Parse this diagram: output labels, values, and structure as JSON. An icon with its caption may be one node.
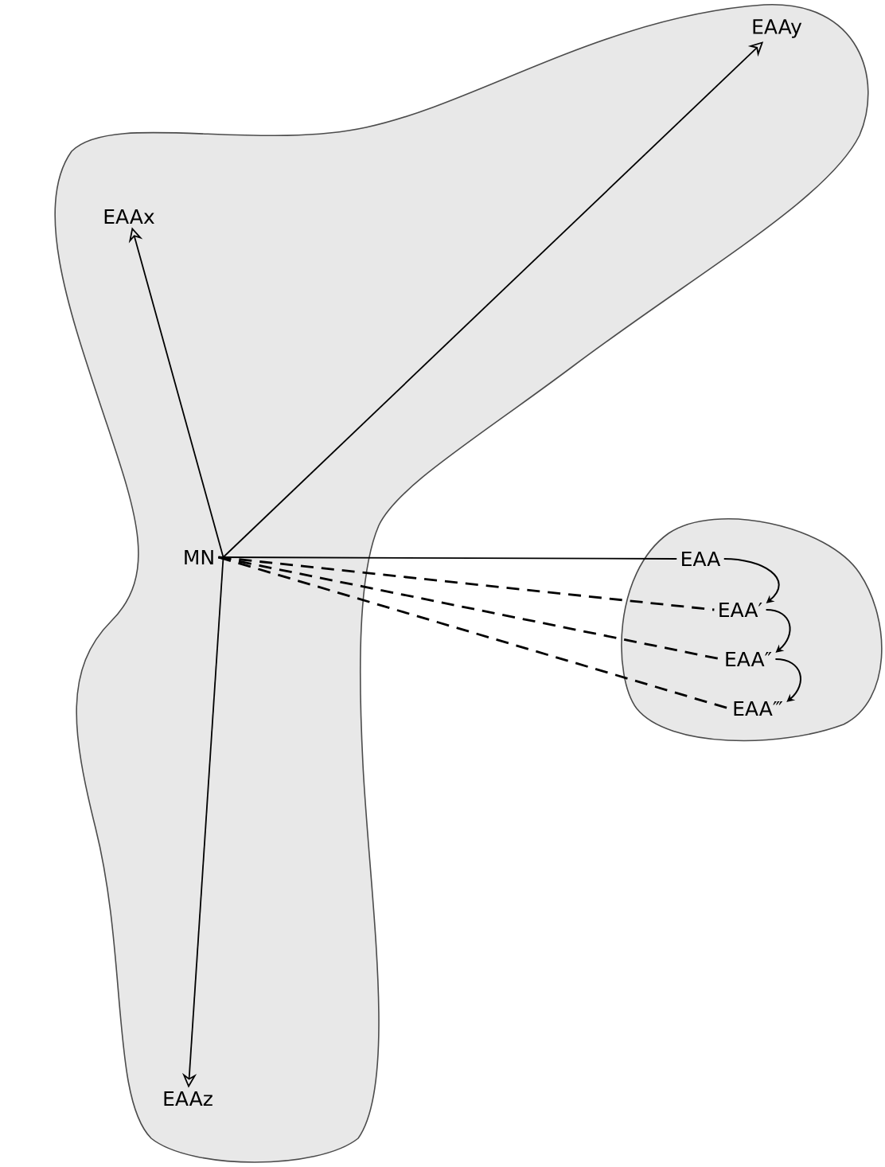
{
  "diagram": {
    "nodes": [
      {
        "text": [],
        "shape": "cloud"
      },
      {
        "text": [
          "MN"
        ],
        "in": 0
      },
      {
        "text": [
          "EAAx"
        ],
        "in": 0
      },
      {
        "text": [
          "EAAy"
        ],
        "in": 0
      },
      {
        "text": [
          "EAAz"
        ],
        "in": 0
      },
      {
        "text": [],
        "shape": "cloud"
      },
      {
        "text": [
          "EAA"
        ],
        "in": 5
      },
      {
        "text": [
          "EAA′"
        ],
        "in": 5
      },
      {
        "text": [
          "EAA″"
        ],
        "in": 5
      },
      {
        "text": [
          "EAA‴"
        ],
        "in": 5
      }
    ],
    "edges": [
      {
        "from": 1,
        "to": 2,
        "arrow": "to"
      },
      {
        "from": 1,
        "to": 3,
        "arrow": "to"
      },
      {
        "from": 1,
        "to": 4,
        "arrow": "to"
      },
      {
        "from": 1,
        "to": 6,
        "arrow": "none"
      },
      {
        "from": 1,
        "to": 7,
        "arrow": "none",
        "style": "dashed"
      },
      {
        "from": 1,
        "to": 8,
        "arrow": "none",
        "style": "dashed"
      },
      {
        "from": 1,
        "to": 9,
        "arrow": "none",
        "style": "dashed"
      },
      {
        "from": 6,
        "to": 7,
        "arrow": "to"
      },
      {
        "from": 7,
        "to": 8,
        "arrow": "to"
      },
      {
        "from": 8,
        "to": 9,
        "arrow": "to"
      }
    ]
  }
}
